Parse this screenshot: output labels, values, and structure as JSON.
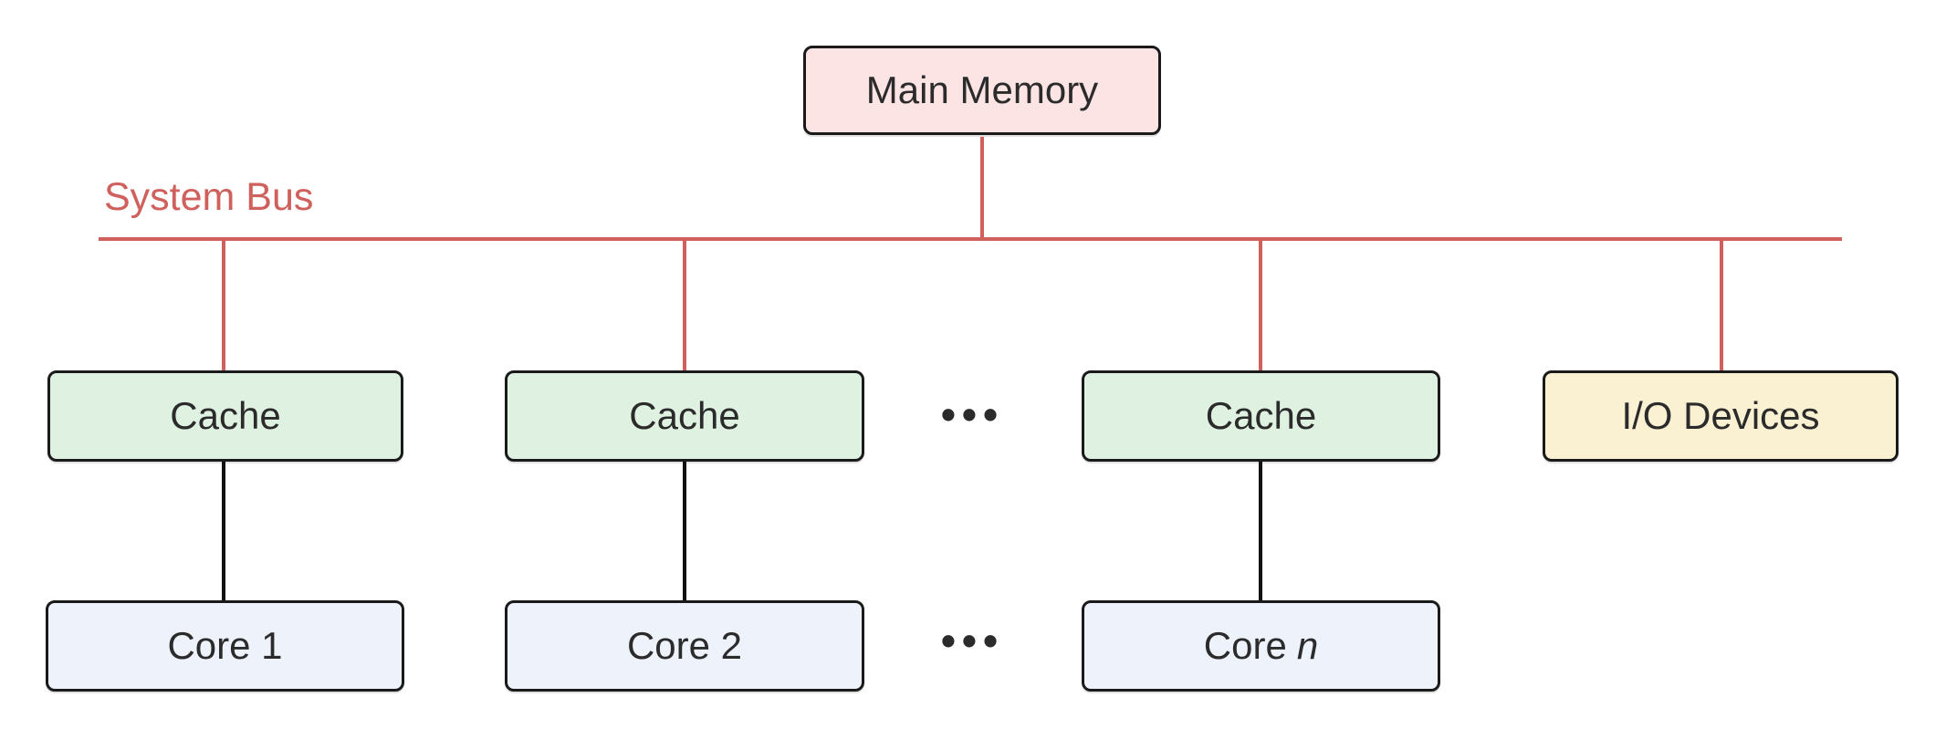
{
  "bus": {
    "label": "System Bus"
  },
  "nodes": {
    "main_memory": {
      "label": "Main Memory"
    },
    "caches": [
      {
        "label": "Cache"
      },
      {
        "label": "Cache"
      },
      {
        "label": "Cache"
      }
    ],
    "io_devices": {
      "label": "I/O Devices"
    },
    "cores": [
      {
        "label": "Core 1"
      },
      {
        "label": "Core 2"
      },
      {
        "label_prefix": "Core",
        "label_italic": "n"
      }
    ]
  },
  "ellipsis": {
    "cache_row": "•••",
    "core_row": "•••"
  },
  "colors": {
    "bus_red": "#d0605c",
    "main_memory_fill": "#fce4e4",
    "cache_fill": "#dff2e2",
    "io_fill": "#faf0d2",
    "core_fill": "#edf2fb",
    "node_border": "#1a1a1a",
    "node_text": "#2b2b2b",
    "link_black": "#111111",
    "canvas_bg": "#ffffff"
  }
}
